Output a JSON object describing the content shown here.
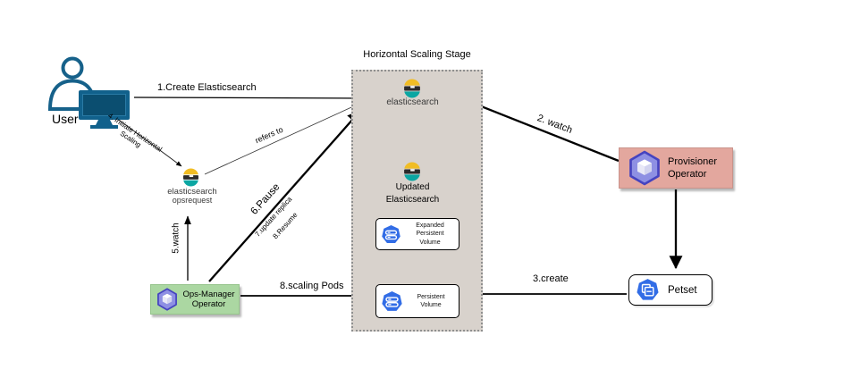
{
  "stage": {
    "title": "Horizontal Scaling Stage",
    "elasticsearch_label": "elasticsearch",
    "updated_elasticsearch": [
      "Updated",
      "Elasticsearch"
    ],
    "expanded_pv": [
      "Expanded",
      "Persistent",
      "Volume"
    ],
    "persistent_volume": [
      "Persistent",
      "Volume"
    ]
  },
  "actors": {
    "user": {
      "label": "User"
    },
    "elasticsearch_opsrequest": [
      "elasticsearch",
      "opsrequest"
    ],
    "ops_manager_operator": [
      "Ops-Manager",
      "Operator"
    ],
    "provisioner_operator": [
      "Provisioner",
      "Operator"
    ],
    "petset": {
      "label": "Petset"
    }
  },
  "edges": {
    "create_elasticsearch": "1.Create Elasticsearch",
    "watch_provisioner": "2. watch",
    "create_petset": "3.create",
    "initiate_horizontal": [
      "4. Initiate Horizontal",
      "Scaling"
    ],
    "watch_opsmanager": "5.watch",
    "pause": "6.Pause",
    "update_replica": "7.update replica",
    "resume": "8.Resume",
    "scaling_pods": "8.scaling Pods",
    "refers_to": "refers to"
  },
  "icons": {
    "user": "user-monitor-icon",
    "elasticsearch": "elasticsearch-logo-icon",
    "operator": "purple-cube-operator-icon",
    "persistent_volume": "kubernetes-pv-icon",
    "petset": "kubernetes-petset-icon"
  },
  "colors": {
    "stage_bg": "#d8d2cc",
    "provisioner_bg": "#e3a79e",
    "ops_manager_bg": "#abd7a2",
    "kubernetes_blue": "#326de6",
    "operator_purple": "#8e90e3",
    "elastic_yellow": "#f1bd24",
    "elastic_teal": "#0ba6a2",
    "user_teal": "#11618c"
  }
}
